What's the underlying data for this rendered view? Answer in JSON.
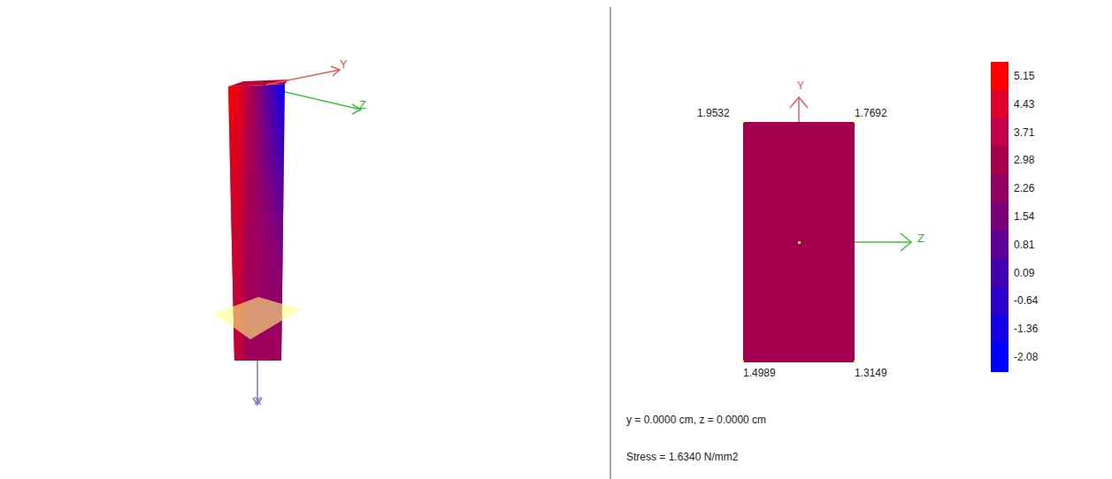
{
  "diagram": {
    "labels": [
      "Y",
      "Z",
      "X",
      "1.9532",
      "1.7692",
      "1.4989",
      "1.3149",
      "Y",
      "Z",
      "y = 0.0000 cm, z = 0.0000 cm",
      "Stress = 1.6340 N/mm2"
    ],
    "legend": [
      {
        "text": "5.15",
        "color": "#ff0000"
      },
      {
        "text": "4.43",
        "color": "#e0002e"
      },
      {
        "text": "3.71",
        "color": "#c4004a"
      },
      {
        "text": "2.98",
        "color": "#a8004f"
      },
      {
        "text": "2.26",
        "color": "#920060"
      },
      {
        "text": "1.54",
        "color": "#7a0078"
      },
      {
        "text": "0.81",
        "color": "#5e0094"
      },
      {
        "text": "0.09",
        "color": "#4400b0"
      },
      {
        "text": "-0.64",
        "color": "#2c00cc"
      },
      {
        "text": "-1.36",
        "color": "#1400e6"
      },
      {
        "text": "-2.08",
        "color": "#0000ff"
      }
    ]
  }
}
